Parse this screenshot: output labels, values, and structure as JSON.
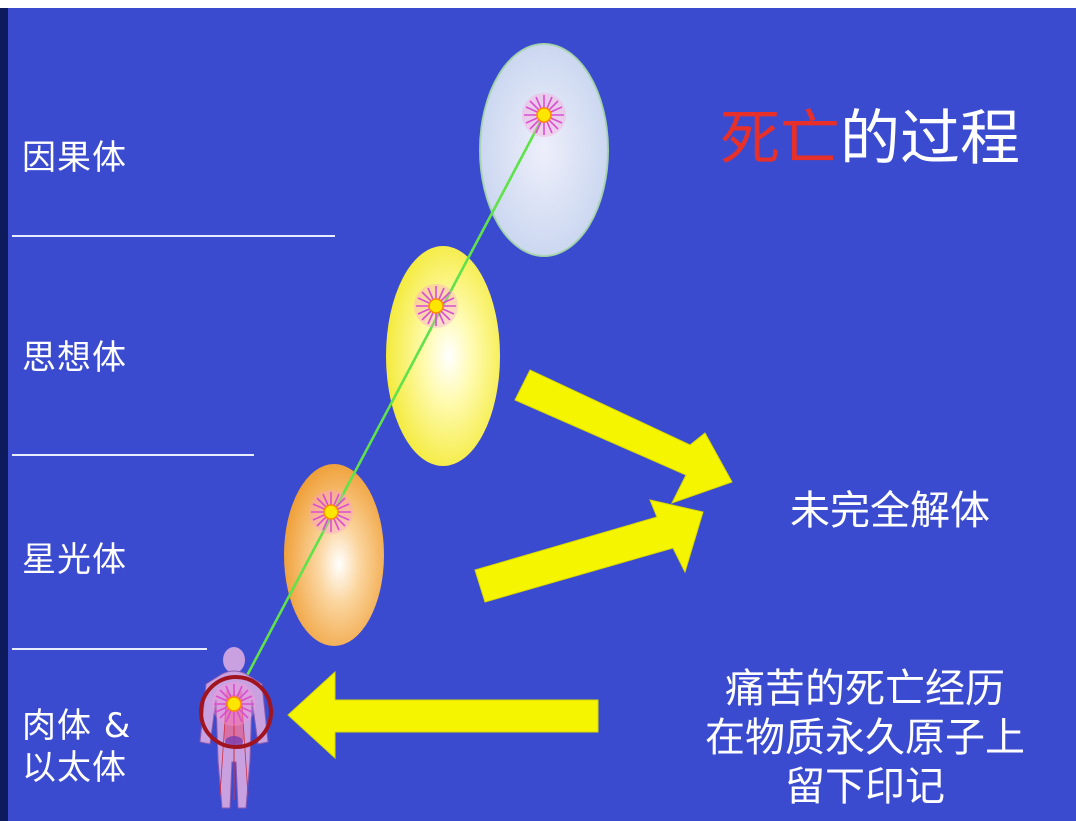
{
  "title": {
    "red": "死亡",
    "white": "的过程"
  },
  "labels": {
    "causal": "因果体",
    "mental": "思想体",
    "astral": "星光体",
    "physical_1": "肉体  &",
    "physical_2": "以太体"
  },
  "right": {
    "undissolved": "未完全解体",
    "painful_1": "痛苦的死亡经历",
    "painful_2": "在物质永久原子上",
    "painful_3": "留下印记"
  },
  "colors": {
    "background": "#3b4bd0",
    "arrow": "#f5f500",
    "title_red": "#e8302a",
    "cord": "#66ee44",
    "mental_body": "#f6f03a",
    "astral_body": "#f2a23a",
    "causal_body": "#c8d6ef",
    "circle": "#a01420"
  },
  "icons": [
    "causal-body-ellipse",
    "mental-body-ellipse",
    "astral-body-ellipse",
    "human-figure-icon",
    "star-burst-icon"
  ]
}
